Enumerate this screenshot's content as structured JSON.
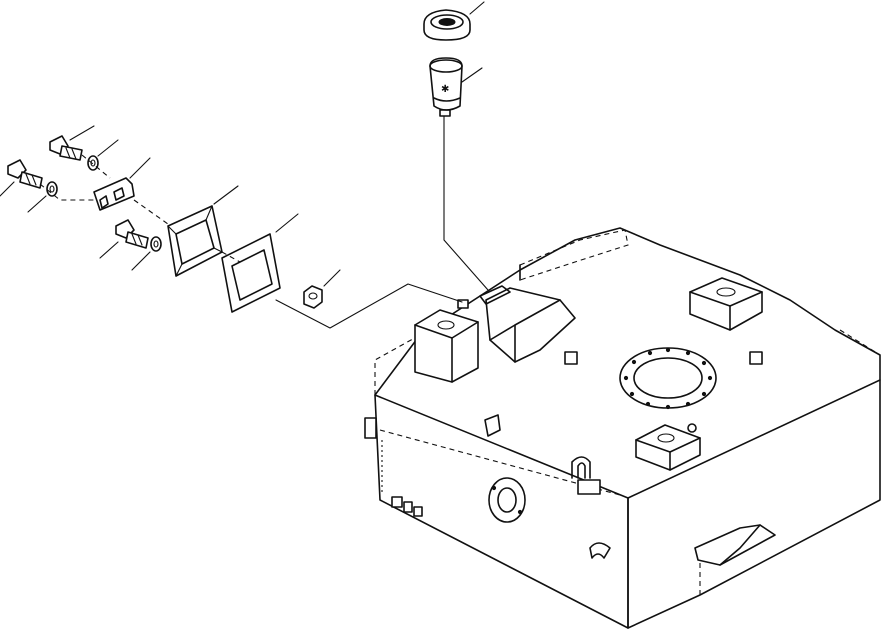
{
  "diagram": {
    "type": "exploded-parts-drawing",
    "colors": {
      "line": "#111111",
      "background": "#ffffff"
    },
    "parts": [
      {
        "id": "cap"
      },
      {
        "id": "strainer"
      },
      {
        "id": "bolt-upper"
      },
      {
        "id": "washer-upper"
      },
      {
        "id": "bolt-left"
      },
      {
        "id": "washer-left"
      },
      {
        "id": "cover-plate"
      },
      {
        "id": "bolt-lower"
      },
      {
        "id": "washer-lower"
      },
      {
        "id": "frame-gasket"
      },
      {
        "id": "gasket"
      },
      {
        "id": "nut"
      },
      {
        "id": "fuel-tank"
      }
    ]
  }
}
